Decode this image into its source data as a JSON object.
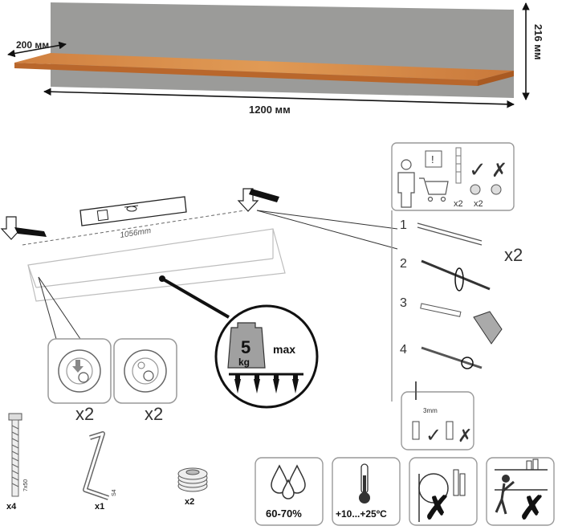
{
  "dimensions": {
    "depth": "200 мм",
    "height": "216 мм",
    "width": "1200 мм",
    "mount_spacing": "1056mm"
  },
  "load": {
    "value": "5",
    "unit": "kg",
    "limit": "max"
  },
  "hanger_counts": {
    "left": "x2",
    "right": "x2"
  },
  "assembly": {
    "repeat": "x2",
    "steps": [
      "1",
      "2",
      "3",
      "4"
    ],
    "kit_counts": [
      "x2",
      "x2"
    ],
    "gap": "3mm"
  },
  "parts": {
    "screw_count": "x4",
    "screw_code": "7x50",
    "key_count": "x1",
    "key_code": "S4",
    "cap_count": "x2"
  },
  "conditions": {
    "humidity": "60-70%",
    "temperature": "+10...+25ºC"
  },
  "colors": {
    "panel": "#9a9a98",
    "shelf_top": "#d9873e",
    "shelf_front": "#b8652a",
    "line": "#222222"
  }
}
